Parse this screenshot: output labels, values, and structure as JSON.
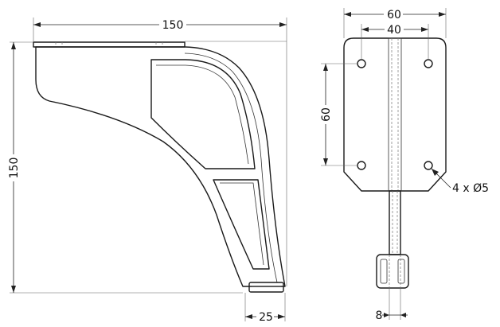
{
  "dimensions": {
    "side_width": "150",
    "side_height": "150",
    "foot_width": "25",
    "front_width": "60",
    "hole_spacing_x": "40",
    "hole_spacing_y": "60",
    "slot_width": "8",
    "hole_callout": "4 x Ø5"
  }
}
